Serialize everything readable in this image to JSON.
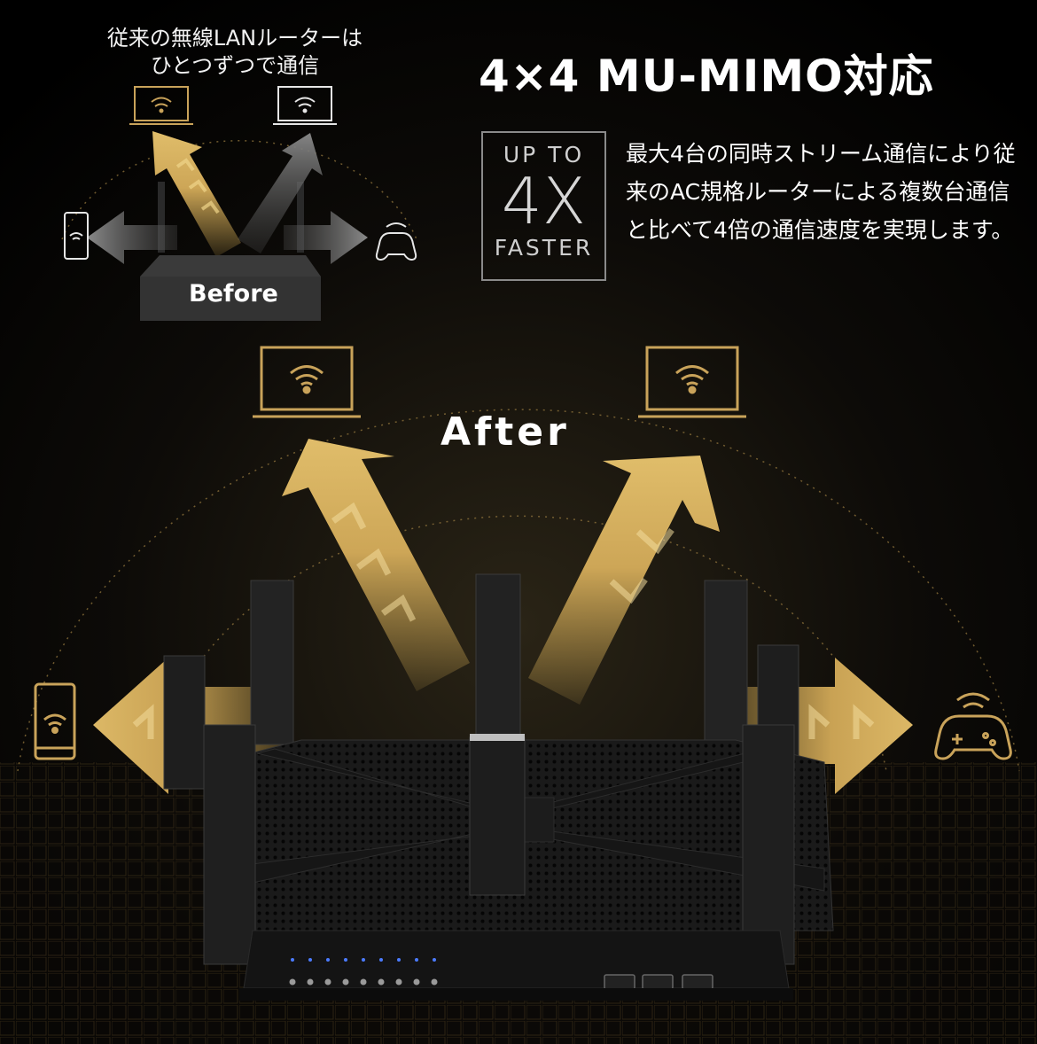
{
  "before": {
    "caption_line1": "従来の無線LANルーターは",
    "caption_line2": "ひとつずつで通信",
    "label": "Before"
  },
  "headline": "4×4 MU-MIMO対応",
  "badge": {
    "line1": "UP TO",
    "line2": "4X",
    "line3": "FASTER"
  },
  "description": "最大4台の同時ストリーム通信により従来のAC規格ルーターによる複数台通信と比べて4倍の通信速度を実現します。",
  "after": {
    "label": "After"
  },
  "colors": {
    "gold": "#d9b15a",
    "gold_dark": "#8a6a2c",
    "gray_arrow": "#6e6e6e",
    "icon_outline": "#c9a35a",
    "background": "#000000",
    "router_body": "#1a1a1a"
  },
  "icons": [
    "laptop-wifi-icon",
    "phone-wifi-icon",
    "gamepad-wifi-icon",
    "router-image"
  ]
}
